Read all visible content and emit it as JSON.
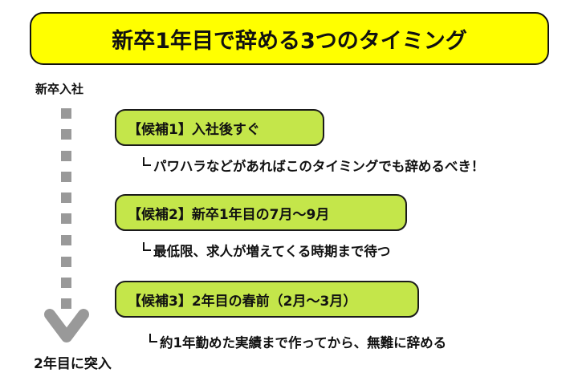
{
  "title": "新卒1年目で辞める3つのタイミング",
  "timeline": {
    "start_label": "新卒入社",
    "end_label": "2年目に突入",
    "line_color": "#999999",
    "arrow_icon": "chevron-down-icon"
  },
  "candidates": [
    {
      "label": "【候補1】入社後すぐ",
      "description": "パワハラなどがあればこのタイミングでも辞めるべき！"
    },
    {
      "label": "【候補2】新卒1年目の7月〜9月",
      "description": "最低限、求人が増えてくる時期まで待つ"
    },
    {
      "label": "【候補3】2年目の春前（2月〜3月）",
      "description": "約1年勤めた実績まで作ってから、無難に辞める"
    }
  ],
  "colors": {
    "title_bg": "#ffff00",
    "candidate_bg": "#c4e64a",
    "border": "#111111",
    "arrow": "#999999"
  }
}
